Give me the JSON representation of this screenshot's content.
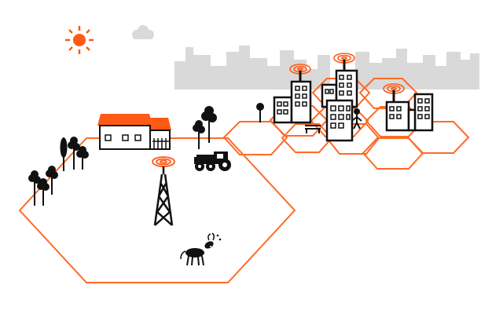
{
  "colors": {
    "accent": "#ff5a14",
    "hex_outline": "#ff6a26",
    "skyline": "#d9d9d9",
    "cloud": "#d9d9d9",
    "ink": "#111111",
    "paper": "#ffffff"
  },
  "icons": [
    "sun-icon",
    "cloud-icon",
    "city-skyline",
    "farmhouse-icon",
    "cell-tower-icon",
    "tractor-icon",
    "tree-icon",
    "bench-icon",
    "pedestrian-icon",
    "office-building-icon",
    "antenna-icon",
    "signal-waves-icon",
    "cow-icon"
  ],
  "cells": [
    {
      "name": "rural-macro-cell"
    },
    {
      "name": "urban-small-cell"
    }
  ]
}
